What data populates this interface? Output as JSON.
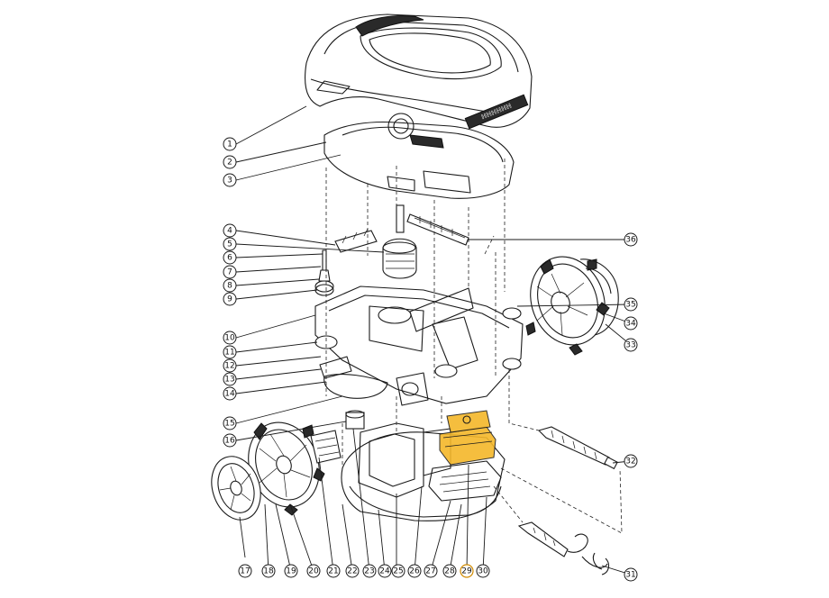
{
  "diagram": {
    "highlight_color": "#f6b11a",
    "highlighted_callout": "29",
    "brand_text": "ℍℍℍℍℍℍ",
    "callouts": [
      {
        "label": "1"
      },
      {
        "label": "2"
      },
      {
        "label": "3"
      },
      {
        "label": "4"
      },
      {
        "label": "5"
      },
      {
        "label": "6"
      },
      {
        "label": "7"
      },
      {
        "label": "8"
      },
      {
        "label": "9"
      },
      {
        "label": "10"
      },
      {
        "label": "11"
      },
      {
        "label": "12"
      },
      {
        "label": "13"
      },
      {
        "label": "14"
      },
      {
        "label": "15"
      },
      {
        "label": "16"
      },
      {
        "label": "17"
      },
      {
        "label": "18"
      },
      {
        "label": "19"
      },
      {
        "label": "20"
      },
      {
        "label": "21"
      },
      {
        "label": "22"
      },
      {
        "label": "23"
      },
      {
        "label": "24"
      },
      {
        "label": "25"
      },
      {
        "label": "26"
      },
      {
        "label": "27"
      },
      {
        "label": "28"
      },
      {
        "label": "29"
      },
      {
        "label": "30"
      },
      {
        "label": "31"
      },
      {
        "label": "32"
      },
      {
        "label": "33"
      },
      {
        "label": "34"
      },
      {
        "label": "35"
      },
      {
        "label": "36"
      }
    ]
  }
}
